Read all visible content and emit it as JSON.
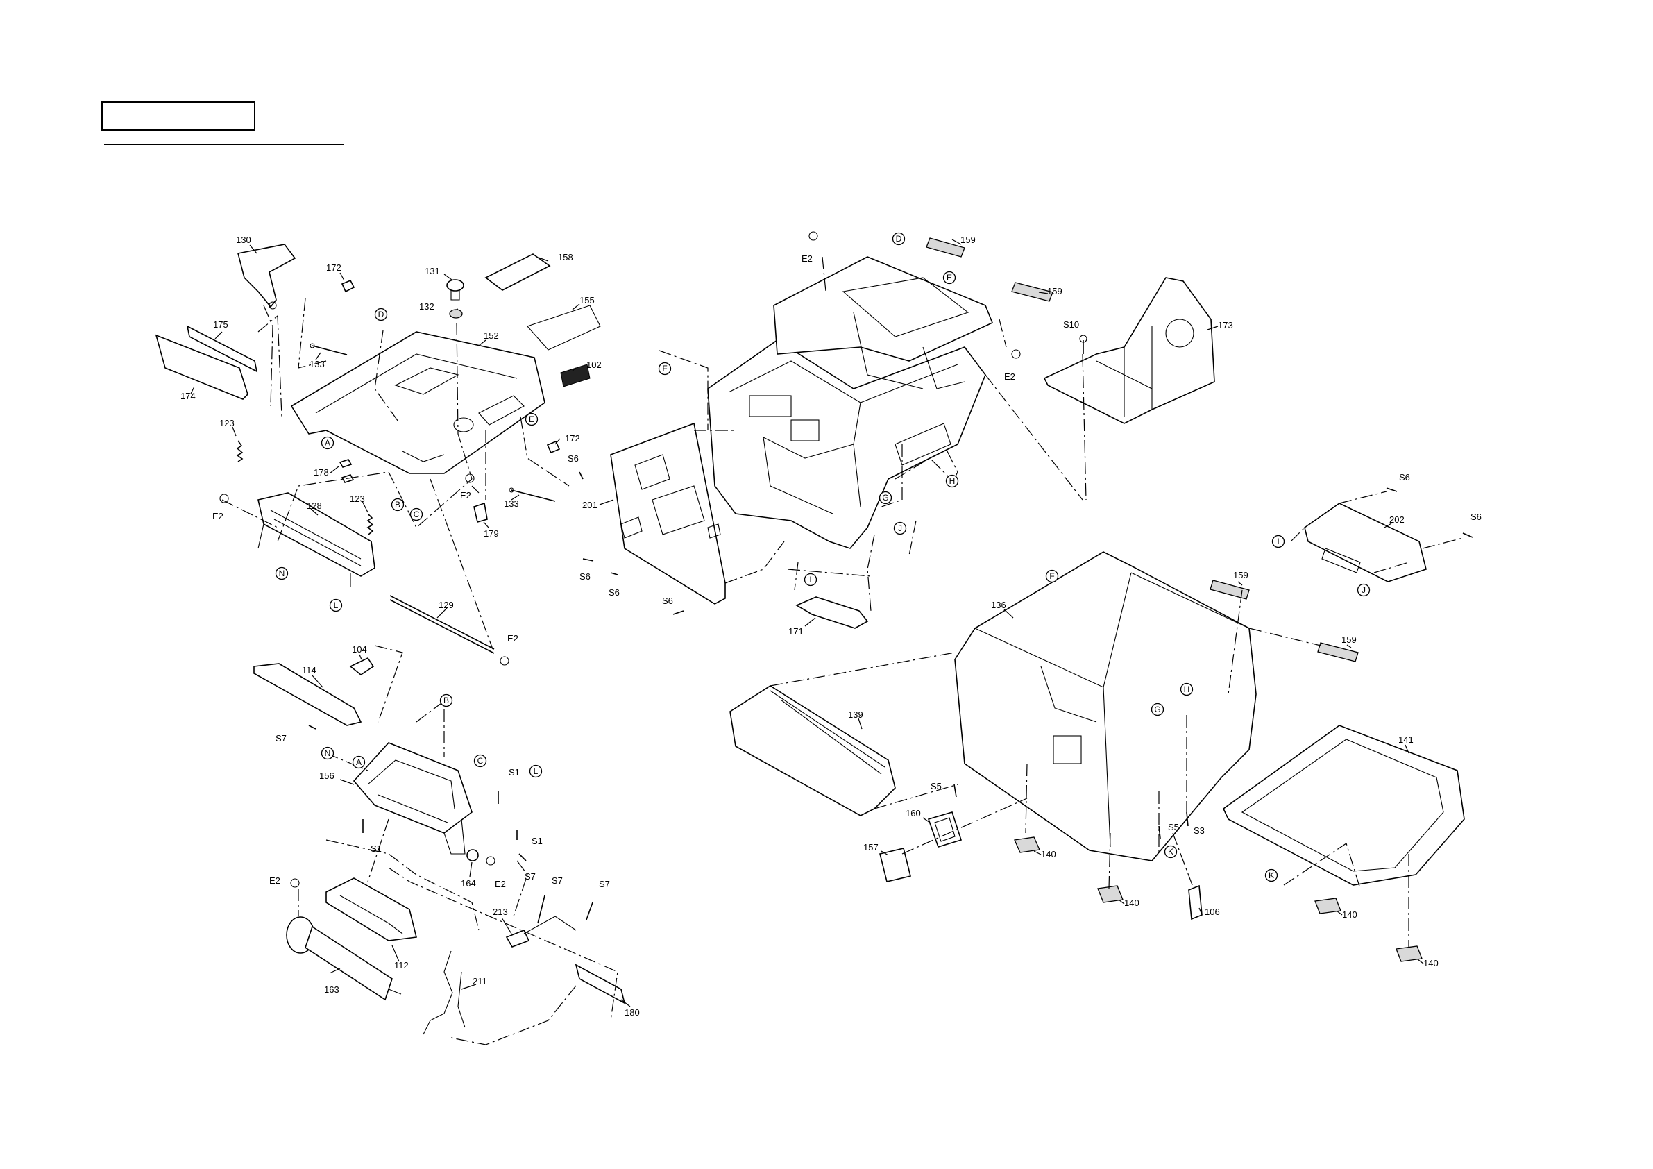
{
  "header": {
    "title_box_text": "",
    "underline": true
  },
  "labels": {
    "p130": "130",
    "p172a": "172",
    "p131": "131",
    "p158": "158",
    "p132": "132",
    "p155": "155",
    "p175": "175",
    "p152": "152",
    "p102": "102",
    "p133a": "133",
    "p174": "174",
    "p123a": "123",
    "p172b": "172",
    "p178": "178",
    "p123b": "123",
    "p128": "128",
    "p179": "179",
    "p133b": "133",
    "p129": "129",
    "p104": "104",
    "p114": "114",
    "p156": "156",
    "p112": "112",
    "p163": "163",
    "p211": "211",
    "p213": "213",
    "p180": "180",
    "p164": "164",
    "p201": "201",
    "p171": "171",
    "p159a": "159",
    "p159b": "159",
    "p173": "173",
    "p202": "202",
    "p159c": "159",
    "p159d": "159",
    "p136": "136",
    "p139": "139",
    "p141": "141",
    "p160": "160",
    "p157": "157",
    "p140a": "140",
    "p140b": "140",
    "p140c": "140",
    "p140d": "140",
    "p106": "106",
    "e2a": "E2",
    "e2b": "E2",
    "e2c": "E2",
    "e2d": "E2",
    "e2e": "E2",
    "e2f": "E2",
    "e2g": "E2",
    "s6a": "S6",
    "s6b": "S6",
    "s6c": "S6",
    "s6d": "S6",
    "s6e": "S6",
    "s6f": "S6",
    "s10": "S10",
    "s7a": "S7",
    "s7b": "S7",
    "s7c": "S7",
    "s7d": "S7",
    "s1a": "S1",
    "s1b": "S1",
    "s1c": "S1",
    "s5a": "S5",
    "s5b": "S5",
    "s3": "S3"
  },
  "callouts": {
    "A1": "A",
    "A2": "A",
    "B1": "B",
    "B2": "B",
    "C1": "C",
    "C2": "C",
    "D1": "D",
    "D2": "D",
    "E1": "E",
    "E2": "E",
    "F1": "F",
    "F2": "F",
    "G1": "G",
    "G2": "G",
    "H1": "H",
    "H2": "H",
    "I1": "I",
    "I2": "I",
    "J1": "J",
    "J2": "J",
    "K1": "K",
    "K2": "K",
    "L1": "L",
    "L2": "L",
    "N1": "N",
    "N2": "N"
  }
}
